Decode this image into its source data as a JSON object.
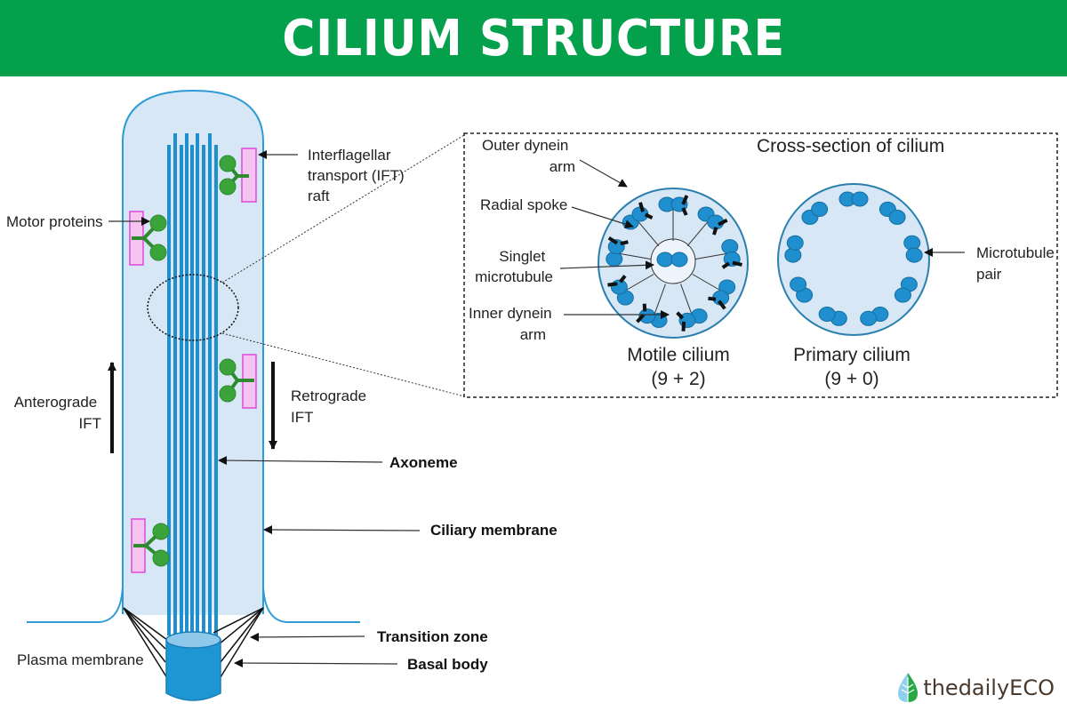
{
  "title": "CILIUM STRUCTURE",
  "colors": {
    "banner": "#04a04c",
    "cilium_fill": "#d7e7f5",
    "membrane": "#2e9bd6",
    "microtubule": "#1f8fcf",
    "motor_protein": "#3aa33a",
    "ift_raft": "#f6c4f0",
    "ift_raft_border": "#e048d8"
  },
  "labels": {
    "ift_raft": [
      "Interflagellar",
      "transport (IFT)",
      "raft"
    ],
    "motor_proteins": "Motor proteins",
    "anterograde": [
      "Anterograde",
      "IFT"
    ],
    "retrograde": [
      "Retrograde",
      "IFT"
    ],
    "axoneme": "Axoneme",
    "ciliary_membrane": "Ciliary membrane",
    "transition_zone": "Transition zone",
    "basal_body": "Basal body",
    "plasma_membrane": "Plasma membrane"
  },
  "cross_section": {
    "title": "Cross-section of cilium",
    "outer_dynein_arm": [
      "Outer dynein",
      "arm"
    ],
    "radial_spoke": "Radial spoke",
    "singlet_microtubule": [
      "Singlet",
      "microtubule"
    ],
    "inner_dynein_arm": [
      "Inner dynein",
      "arm"
    ],
    "microtubule_pair": [
      "Microtubule",
      "pair"
    ],
    "motile": {
      "name": "Motile cilium",
      "formula": "(9 + 2)"
    },
    "primary": {
      "name": "Primary cilium",
      "formula": "(9 + 0)"
    }
  },
  "brand": {
    "name": "thedailyECO"
  }
}
